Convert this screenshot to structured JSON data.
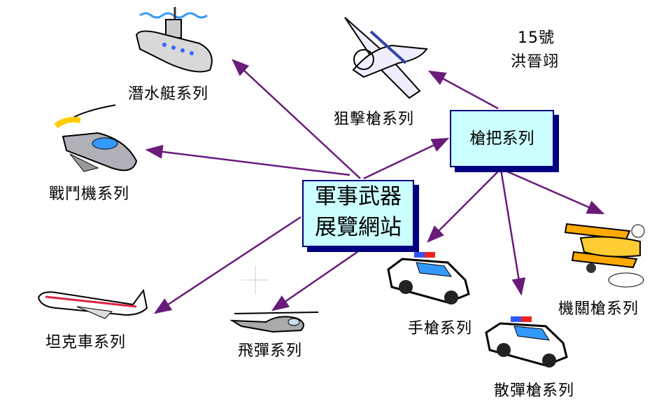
{
  "center": {
    "line1": "軍事武器",
    "line2": "展覽網站"
  },
  "hub": {
    "label": "槍把系列"
  },
  "author": {
    "number": "15號",
    "name": "洪晉翊"
  },
  "nodes": {
    "submarine": "潛水艇系列",
    "sniper": "狙擊槍系列",
    "fighter": "戰鬥機系列",
    "tank": "坦克車系列",
    "missile": "飛彈系列",
    "pistol": "手槍系列",
    "shotgun": "散彈槍系列",
    "machinegun": "機關槍系列"
  },
  "colors": {
    "arrow": "#6a1b7a",
    "box_fill": "#ccffff",
    "box_border": "#000080"
  }
}
